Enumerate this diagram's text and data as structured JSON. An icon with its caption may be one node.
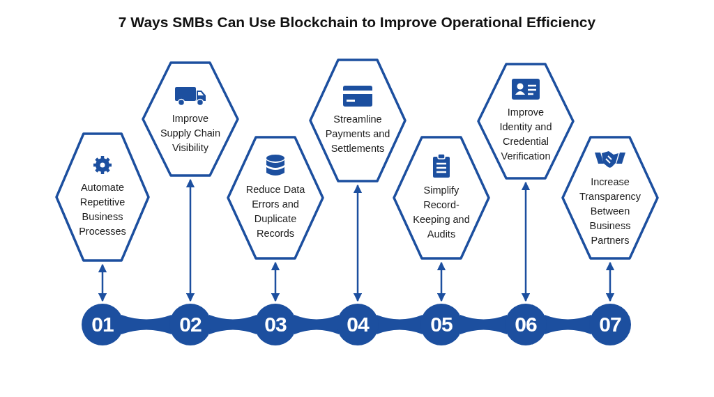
{
  "diagram": {
    "title": "7 Ways SMBs Can Use Blockchain to Improve Operational Efficiency",
    "nodes": [
      {
        "text": [
          "Automate Repetitive Business Processes"
        ]
      },
      {
        "text": [
          "Improve Supply Chain Visibility"
        ]
      },
      {
        "text": [
          "Reduce Data Errors and Duplicate Records"
        ]
      },
      {
        "text": [
          "Streamline Payments and Settlements"
        ]
      },
      {
        "text": [
          "Simplify Record-Keeping and Audits"
        ]
      },
      {
        "text": [
          "Improve Identity and Credential Verification"
        ]
      },
      {
        "text": [
          "Increase Transparency Between Business Partners"
        ]
      },
      {
        "text": [
          "01"
        ]
      },
      {
        "text": [
          "02"
        ]
      },
      {
        "text": [
          "03"
        ]
      },
      {
        "text": [
          "04"
        ]
      },
      {
        "text": [
          "05"
        ]
      },
      {
        "text": [
          "06"
        ]
      },
      {
        "text": [
          "07"
        ]
      }
    ],
    "edges": [
      {
        "from": 0,
        "to": 7,
        "arrow": "both"
      },
      {
        "from": 1,
        "to": 8,
        "arrow": "both"
      },
      {
        "from": 2,
        "to": 9,
        "arrow": "both"
      },
      {
        "from": 3,
        "to": 10,
        "arrow": "both"
      },
      {
        "from": 4,
        "to": 11,
        "arrow": "both"
      },
      {
        "from": 5,
        "to": 12,
        "arrow": "both"
      },
      {
        "from": 6,
        "to": 13,
        "arrow": "both"
      },
      {
        "from": 7,
        "to": 8,
        "arrow": "none",
        "style": "thick"
      },
      {
        "from": 8,
        "to": 9,
        "arrow": "none",
        "style": "thick"
      },
      {
        "from": 9,
        "to": 10,
        "arrow": "none",
        "style": "thick"
      },
      {
        "from": 10,
        "to": 11,
        "arrow": "none",
        "style": "thick"
      },
      {
        "from": 11,
        "to": 12,
        "arrow": "none",
        "style": "thick"
      },
      {
        "from": 12,
        "to": 13,
        "arrow": "none",
        "style": "thick"
      }
    ]
  }
}
